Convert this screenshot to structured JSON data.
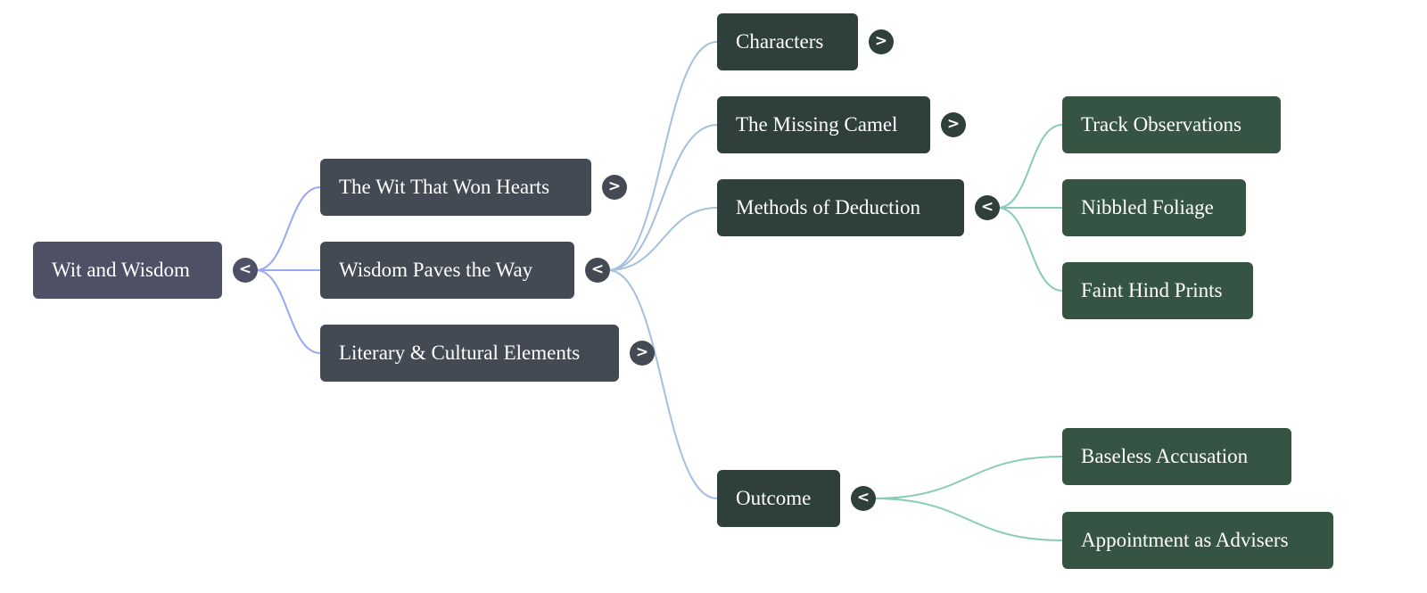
{
  "diagram": {
    "type": "mind-map",
    "colors": {
      "root_node": "#4e5066",
      "level1_node": "#434a54",
      "level2_node": "#2f3f3c",
      "level3_node": "#365443",
      "link_root": "#9aa8f0",
      "link_level1": "#a5bfdc",
      "link_level2": "#88cbb9",
      "toggle_text": "#ffffff"
    },
    "nodes": [
      {
        "id": "root",
        "label": "Wit and Wisdom",
        "parent": null,
        "level": 0,
        "toggle": "<",
        "state": "expanded"
      },
      {
        "id": "wit-won-hearts",
        "label": "The Wit That Won Hearts",
        "parent": "root",
        "level": 1,
        "toggle": ">",
        "state": "collapsed"
      },
      {
        "id": "wisdom-paves",
        "label": "Wisdom Paves the Way",
        "parent": "root",
        "level": 1,
        "toggle": "<",
        "state": "expanded"
      },
      {
        "id": "literary-cultural",
        "label": "Literary & Cultural Elements",
        "parent": "root",
        "level": 1,
        "toggle": ">",
        "state": "collapsed"
      },
      {
        "id": "characters",
        "label": "Characters",
        "parent": "wisdom-paves",
        "level": 2,
        "toggle": ">",
        "state": "collapsed"
      },
      {
        "id": "missing-camel",
        "label": "The Missing Camel",
        "parent": "wisdom-paves",
        "level": 2,
        "toggle": ">",
        "state": "collapsed"
      },
      {
        "id": "methods-deduction",
        "label": "Methods of Deduction",
        "parent": "wisdom-paves",
        "level": 2,
        "toggle": "<",
        "state": "expanded"
      },
      {
        "id": "outcome",
        "label": "Outcome",
        "parent": "wisdom-paves",
        "level": 2,
        "toggle": "<",
        "state": "expanded"
      },
      {
        "id": "track-observations",
        "label": "Track Observations",
        "parent": "methods-deduction",
        "level": 3,
        "toggle": null,
        "state": "leaf"
      },
      {
        "id": "nibbled-foliage",
        "label": "Nibbled Foliage",
        "parent": "methods-deduction",
        "level": 3,
        "toggle": null,
        "state": "leaf"
      },
      {
        "id": "faint-hind-prints",
        "label": "Faint Hind Prints",
        "parent": "methods-deduction",
        "level": 3,
        "toggle": null,
        "state": "leaf"
      },
      {
        "id": "baseless-accusation",
        "label": "Baseless Accusation",
        "parent": "outcome",
        "level": 3,
        "toggle": null,
        "state": "leaf"
      },
      {
        "id": "appointment-advisers",
        "label": "Appointment as Advisers",
        "parent": "outcome",
        "level": 3,
        "toggle": null,
        "state": "leaf"
      }
    ]
  }
}
